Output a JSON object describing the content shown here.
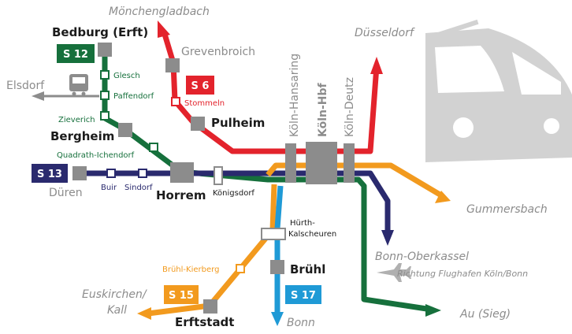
{
  "lines": {
    "s12": {
      "name": "S 12",
      "color": "#16703c"
    },
    "s6": {
      "name": "S 6",
      "color": "#e3232c"
    },
    "s13": {
      "name": "S 13",
      "color": "#2a2a6e"
    },
    "s15": {
      "name": "S 15",
      "color": "#f29a1e"
    },
    "s17": {
      "name": "S 17",
      "color": "#1f9ad6"
    },
    "main": {
      "color": "#f29a1e"
    }
  },
  "stations": {
    "bedburg": "Bedburg (Erft)",
    "glesch": "Glesch",
    "paffendorf": "Paffendorf",
    "zieverich": "Zieverich",
    "bergheim": "Bergheim",
    "quadrath": "Quadrath-Ichendorf",
    "horrem": "Horrem",
    "koenigsdorf": "Königsdorf",
    "dueren": "Düren",
    "buir": "Buir",
    "sindorf": "Sindorf",
    "elsdorf": "Elsdorf",
    "grevenbroich": "Grevenbroich",
    "stommeln": "Stommeln",
    "pulheim": "Pulheim",
    "hansaring": "Köln-Hansaring",
    "hbf": "Köln-Hbf",
    "deutz": "Köln-Deutz",
    "huerth1": "Hürth-",
    "huerth2": "Kalscheuren",
    "bruehl": "Brühl",
    "bruehl_kierberg": "Brühl-Kierberg",
    "erftstadt": "Erftstadt"
  },
  "destinations": {
    "moenchengladbach": "Mönchengladbach",
    "duesseldorf": "Düsseldorf",
    "gummersbach": "Gummersbach",
    "bonn_oberkassel": "Bonn-Oberkassel",
    "flughafen": "Richtung Flughafen Köln/Bonn",
    "au_sieg": "Au (Sieg)",
    "bonn": "Bonn",
    "euskirchen1": "Euskirchen/",
    "euskirchen2": "Kall"
  },
  "icons": [
    "train-icon",
    "bus-icon",
    "airplane-icon"
  ]
}
